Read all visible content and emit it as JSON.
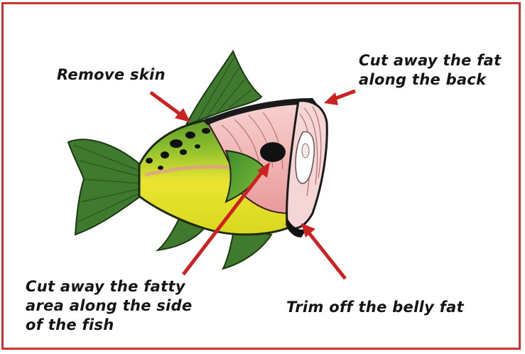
{
  "labels": {
    "remove_skin": "Remove skin",
    "back_fat": "Cut away the fat\nalong the back",
    "side_fat": "Cut away the fatty\narea along the side\nof the fish",
    "belly_fat": "Trim off the belly fat"
  },
  "colors": {
    "border": "#cc3333",
    "arrow": "#cc2222",
    "fin": "#3f7a2e",
    "body_yellow": "#e8e030",
    "body_green": "#5aa028",
    "flesh": "#f3b8b8"
  }
}
